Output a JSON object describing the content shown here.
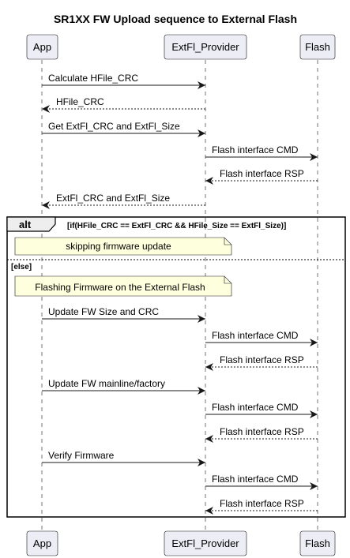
{
  "diagram": {
    "title": "SR1XX FW Upload sequence to External Flash",
    "participants": [
      {
        "id": "app",
        "label": "App"
      },
      {
        "id": "provider",
        "label": "ExtFl_Provider"
      },
      {
        "id": "flash",
        "label": "Flash"
      }
    ],
    "alt": {
      "keyword": "alt",
      "condition": "[if(HFile_CRC == ExtFl_CRC && HFile_Size == ExtFl_Size)]",
      "else_label": "[else]"
    },
    "notes": [
      "skipping firmware update",
      "Flashing Firmware on the External Flash"
    ],
    "messages": [
      {
        "from": "app",
        "to": "provider",
        "label": "Calculate HFile_CRC",
        "style": "solid"
      },
      {
        "from": "provider",
        "to": "app",
        "label": "HFile_CRC",
        "style": "dashed"
      },
      {
        "from": "app",
        "to": "provider",
        "label": "Get ExtFl_CRC and ExtFl_Size",
        "style": "solid"
      },
      {
        "from": "provider",
        "to": "flash",
        "label": "Flash interface CMD",
        "style": "solid"
      },
      {
        "from": "flash",
        "to": "provider",
        "label": "Flash interface RSP",
        "style": "dashed"
      },
      {
        "from": "provider",
        "to": "app",
        "label": "ExtFl_CRC and ExtFl_Size",
        "style": "dashed"
      },
      {
        "from": "app",
        "to": "provider",
        "label": "Update FW Size and CRC",
        "style": "solid"
      },
      {
        "from": "provider",
        "to": "flash",
        "label": "Flash interface CMD",
        "style": "solid"
      },
      {
        "from": "flash",
        "to": "provider",
        "label": "Flash interface RSP",
        "style": "dashed"
      },
      {
        "from": "app",
        "to": "provider",
        "label": "Update FW mainline/factory",
        "style": "solid"
      },
      {
        "from": "provider",
        "to": "flash",
        "label": "Flash interface CMD",
        "style": "solid"
      },
      {
        "from": "flash",
        "to": "provider",
        "label": "Flash interface RSP",
        "style": "dashed"
      },
      {
        "from": "app",
        "to": "provider",
        "label": "Verify Firmware",
        "style": "solid"
      },
      {
        "from": "provider",
        "to": "flash",
        "label": "Flash interface CMD",
        "style": "solid"
      },
      {
        "from": "flash",
        "to": "provider",
        "label": "Flash interface RSP",
        "style": "dashed"
      }
    ]
  }
}
